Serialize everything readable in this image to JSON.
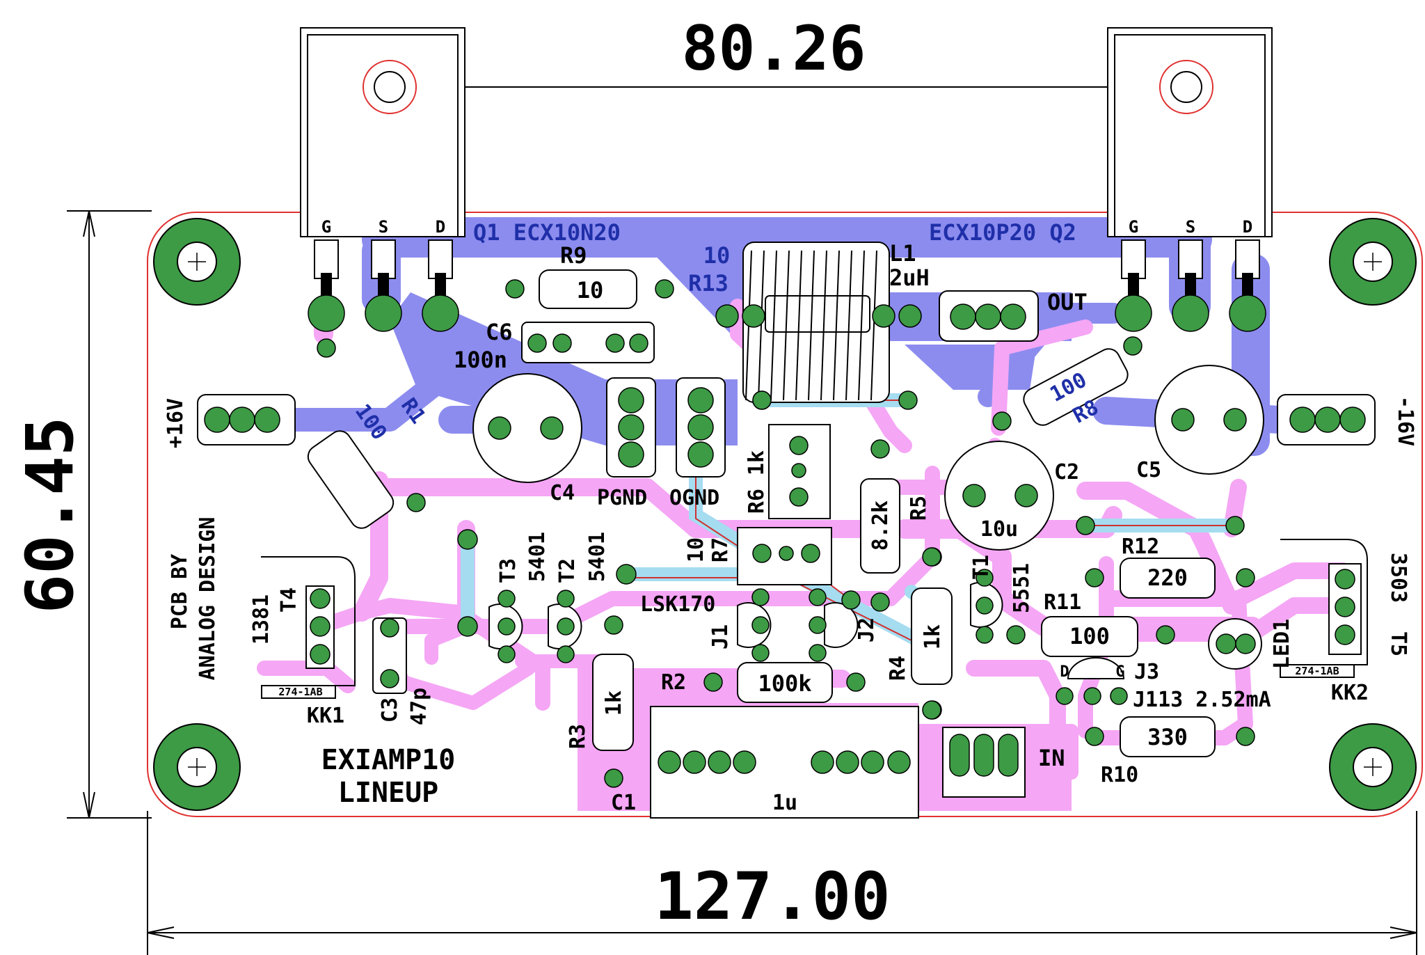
{
  "dimensions": {
    "width": "127.00",
    "height": "60.45",
    "mounting_spacing": "80.26"
  },
  "board_text": {
    "title_line1": "EXIAMP10",
    "title_line2": "LINEUP",
    "credit_line1": "PCB BY",
    "credit_line2": "ANALOG DESIGN"
  },
  "copper_labels": {
    "q1": "Q1 ECX10N20",
    "q2": "ECX10P20 Q2"
  },
  "pin_labels": {
    "g": "G",
    "s": "S",
    "d": "D"
  },
  "connectors": {
    "pos_supply": "+16V",
    "neg_supply": "-16V",
    "pgnd": "PGND",
    "ognd": "OGND",
    "out": "OUT",
    "in": "IN"
  },
  "components": {
    "r9": "R9",
    "r9_val": "10",
    "r13": "R13",
    "r13_val": "10",
    "l1": "L1",
    "l1_val": "2uH",
    "c6": "C6",
    "c6_val": "100n",
    "r1": "R1",
    "r1_val": "100",
    "c4": "C4",
    "r8": "R8",
    "r8_val": "100",
    "c2": "C2",
    "c2_val": "10u",
    "c5": "C5",
    "r6": "R6",
    "r6_val": "1k",
    "r5": "R5",
    "r5_val": "8.2k",
    "r7": "R7",
    "r7_val": "10",
    "t3": "T3",
    "t3_val": "5401",
    "t2": "T2",
    "t2_val": "5401",
    "t4": "T4",
    "t4_val": "1381",
    "kk1": "KK1",
    "kk1_part": "274-1AB",
    "c3": "C3",
    "c3_val": "47p",
    "j1": "J1",
    "j2": "J2",
    "jfet_pair": "LSK170",
    "t1": "T1",
    "t1_val": "5551",
    "r4": "R4",
    "r4_val": "1k",
    "r2": "R2",
    "r2_val": "100k",
    "r3": "R3",
    "r3_val": "1k",
    "c1": "C1",
    "c1_val": "1u",
    "r12": "R12",
    "r12_val": "220",
    "r11": "R11",
    "r11_val": "100",
    "j3": "J3",
    "j3_val": "J113 2.52mA",
    "j3_d": "D",
    "j3_g": "G",
    "r10": "R10",
    "r10_val": "330",
    "led1": "LED1",
    "t5": "T5",
    "t5_val": "3503",
    "kk2": "KK2",
    "kk2_part": "274-1AB"
  },
  "colors": {
    "top_copper": "#8c8cef",
    "bottom_copper": "#f5a6f5",
    "pad": "#3d9a45",
    "silkscreen": "#000000",
    "edge_cuts": "#e03030",
    "inner_trace": "#a5dcf0"
  }
}
